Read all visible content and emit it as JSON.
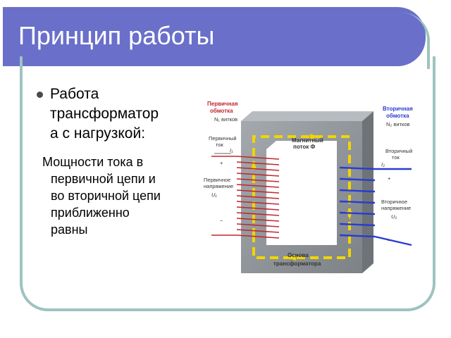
{
  "title": "Принцип работы",
  "bullet": {
    "text_lines": [
      "Работа",
      "трансформатор",
      "а с нагрузкой:"
    ]
  },
  "subtext": {
    "lines": [
      "Мощности тока в",
      "первичной цепи и",
      "во вторичной цепи",
      "приближенно",
      "равны"
    ]
  },
  "diagram": {
    "primary_winding_title": [
      "Первичная",
      "обмотка"
    ],
    "primary_turns": "N₁ витков",
    "primary_current": [
      "Первичный",
      "ток"
    ],
    "primary_current_symbol": "I₁",
    "primary_voltage": [
      "Первичное",
      "напряжение"
    ],
    "primary_voltage_symbol": "U₁",
    "plus": "+",
    "minus": "−",
    "magnetic_flux": [
      "Магнитный",
      "поток Ф"
    ],
    "secondary_winding_title": [
      "Вторичная",
      "обмотка"
    ],
    "secondary_turns": "N₂ витков",
    "secondary_current": [
      "Вторичный",
      "ток"
    ],
    "secondary_current_symbol": "I₂",
    "secondary_voltage": [
      "Вторичное",
      "напряжение"
    ],
    "secondary_voltage_symbol": "U₂",
    "core_label": [
      "Основа",
      "трансформатора"
    ],
    "colors": {
      "primary": "#c0282e",
      "secondary": "#2a3bd0",
      "flux": "#f2d500",
      "core": "#8f9499"
    }
  }
}
